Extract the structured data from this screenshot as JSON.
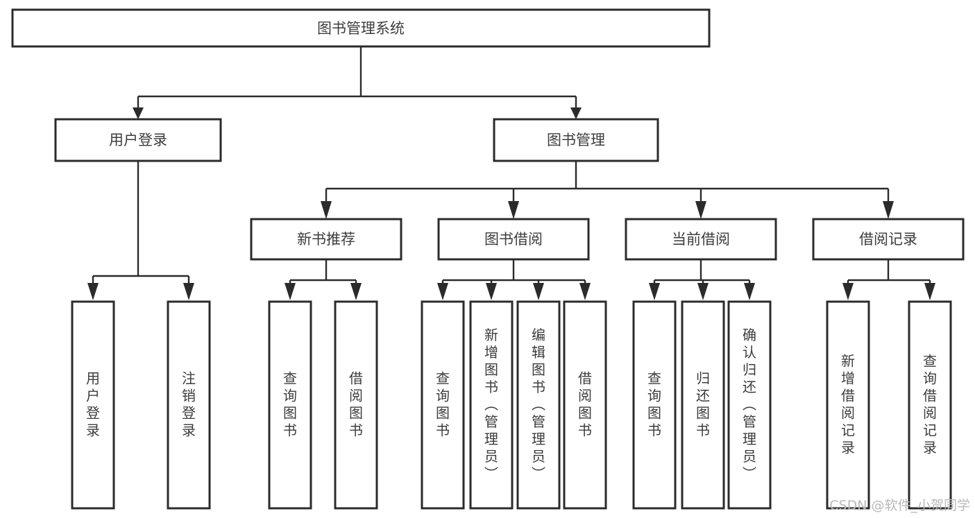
{
  "diagram": {
    "title": "图书管理系统",
    "type": "tree-hierarchy-chart",
    "colors": {
      "box_fill": "#ffffff",
      "box_stroke": "#2b2b2b",
      "text": "#3c3c3c",
      "background": "#ffffff",
      "watermark": "#b9b9b9"
    },
    "root": {
      "id": "root",
      "label": "图书管理系统"
    },
    "level2": [
      {
        "id": "user-login",
        "label": "用户登录"
      },
      {
        "id": "book-manage",
        "label": "图书管理"
      }
    ],
    "level3": [
      {
        "id": "new-book-recommend",
        "label": "新书推荐"
      },
      {
        "id": "book-borrow",
        "label": "图书借阅"
      },
      {
        "id": "current-borrow",
        "label": "当前借阅"
      },
      {
        "id": "borrow-record",
        "label": "借阅记录"
      }
    ],
    "leaves": {
      "user_login": [
        {
          "id": "leaf-user-login",
          "label": "用户登录"
        },
        {
          "id": "leaf-logout-login",
          "label": "注销登录"
        }
      ],
      "new_book_recommend": [
        {
          "id": "leaf-query-book-1",
          "label": "查询图书"
        },
        {
          "id": "leaf-borrow-book-1",
          "label": "借阅图书"
        }
      ],
      "book_borrow": [
        {
          "id": "leaf-query-book-2",
          "label": "查询图书"
        },
        {
          "id": "leaf-add-book",
          "label": "新增图书（管理员）"
        },
        {
          "id": "leaf-edit-book",
          "label": "编辑图书（管理员）"
        },
        {
          "id": "leaf-borrow-book-2",
          "label": "借阅图书"
        }
      ],
      "current_borrow": [
        {
          "id": "leaf-query-book-3",
          "label": "查询图书"
        },
        {
          "id": "leaf-return-book",
          "label": "归还图书"
        },
        {
          "id": "leaf-confirm-return",
          "label": "确认归还（管理员）"
        }
      ],
      "borrow_record": [
        {
          "id": "leaf-add-record",
          "label": "新增借阅记录"
        },
        {
          "id": "leaf-query-record",
          "label": "查询借阅记录"
        }
      ]
    }
  },
  "watermark": {
    "text": "CSDN @软件_小贺同学"
  }
}
